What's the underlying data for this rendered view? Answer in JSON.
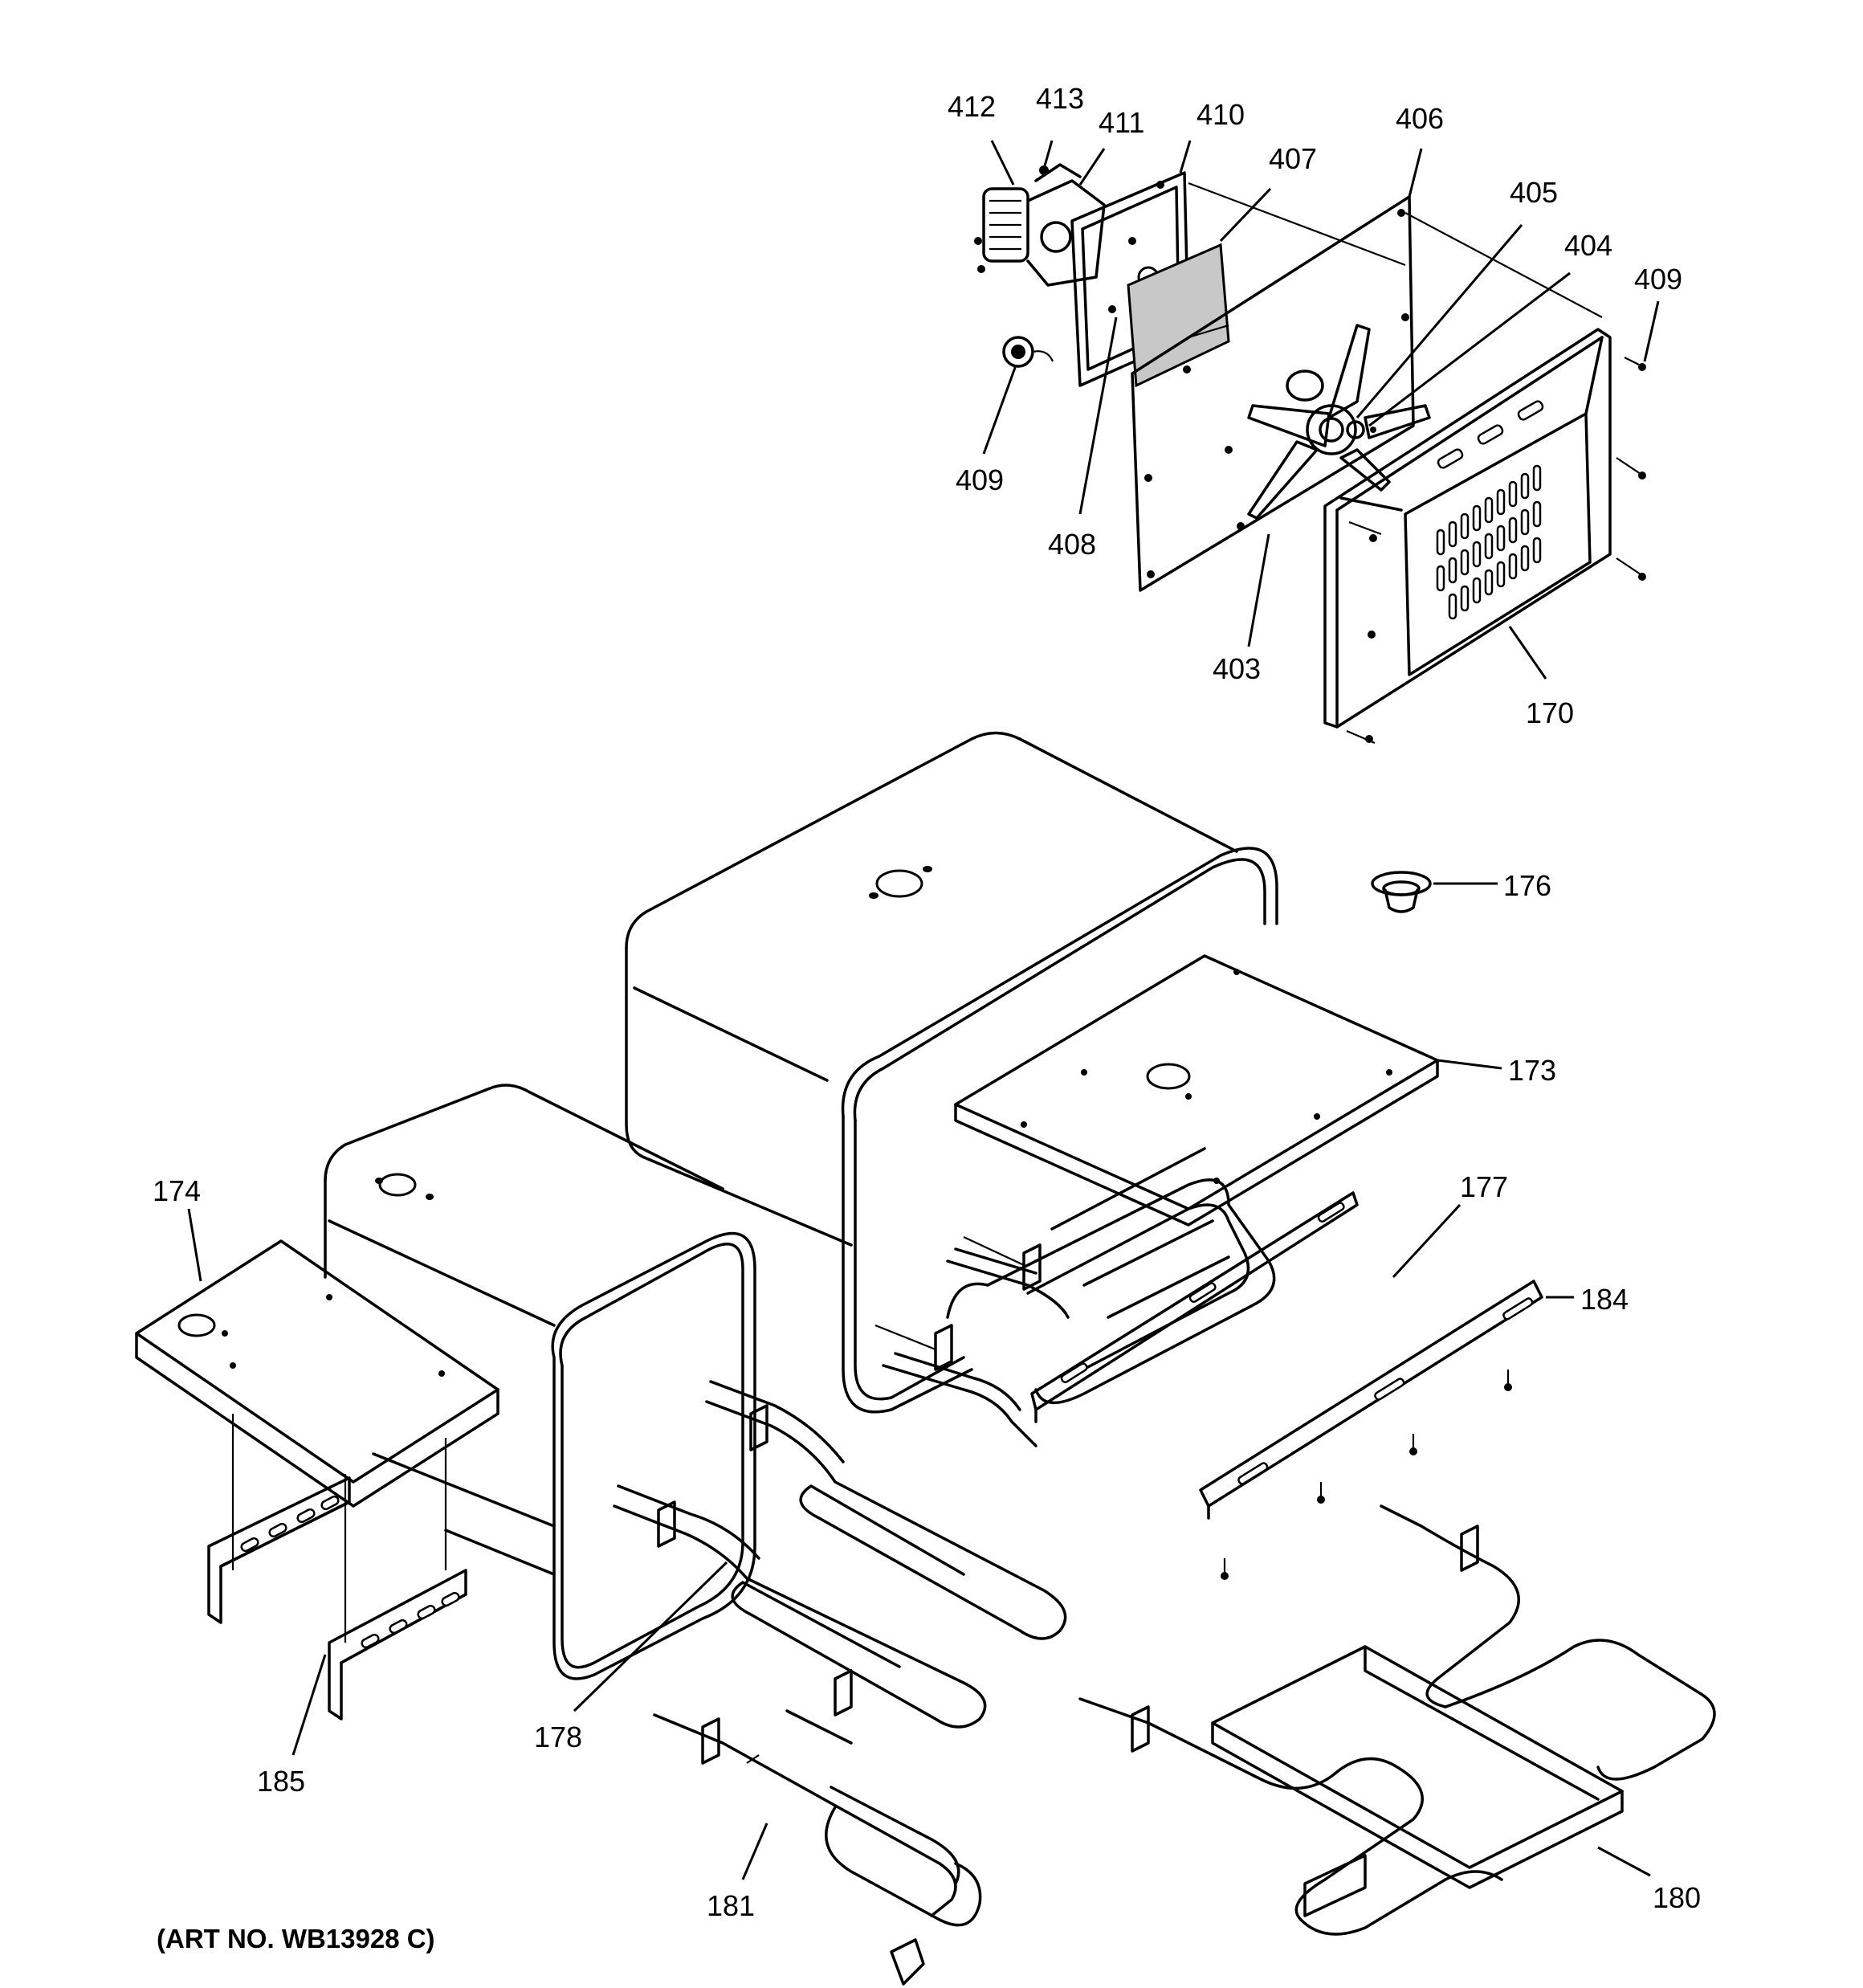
{
  "art_number": "(ART NO. WB13928 C)",
  "callouts": {
    "c412": "412",
    "c413": "413",
    "c411": "411",
    "c410": "410",
    "c407": "407",
    "c406": "406",
    "c405": "405",
    "c404": "404",
    "c409a": "409",
    "c409b": "409",
    "c408": "408",
    "c403": "403",
    "c170": "170",
    "c176": "176",
    "c173": "173",
    "c174": "174",
    "c177": "177",
    "c184": "184",
    "c185": "185",
    "c178": "178",
    "c181": "181",
    "c180": "180"
  }
}
